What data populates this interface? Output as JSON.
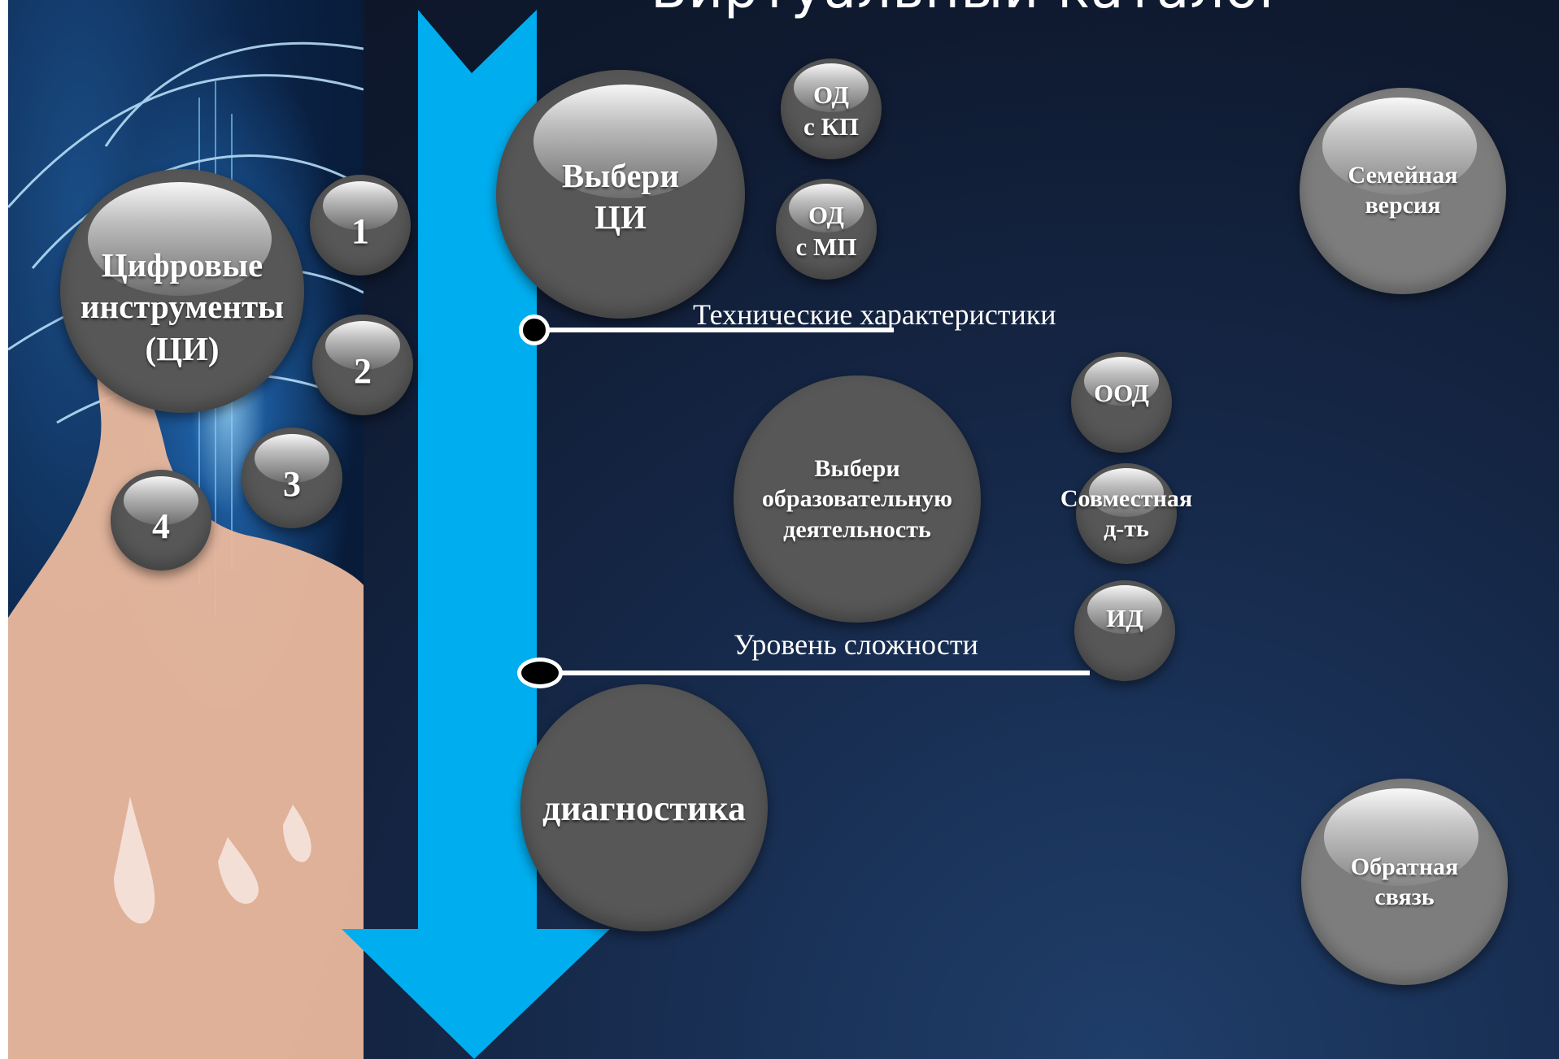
{
  "title": "Виртуальный каталог",
  "colors": {
    "arrow": "#00aeef",
    "bubble_dark": "#575757",
    "bubble_light": "#7d7d7d",
    "background": "#13213b"
  },
  "left_bubbles": {
    "main": [
      "Цифровые",
      "инструменты",
      "(ЦИ)"
    ],
    "numbers": [
      "1",
      "2",
      "3",
      "4"
    ]
  },
  "flow": {
    "choose_tool": [
      "Выбери",
      "ЦИ"
    ],
    "od_kp": [
      "ОД",
      "с КП"
    ],
    "od_mp": [
      "ОД",
      "с МП"
    ],
    "tech_label": "Технические характеристики",
    "choose_activity": [
      "Выбери",
      "образовательную",
      "деятельность"
    ],
    "ood": "ООД",
    "joint": [
      "Совместная",
      "д-ть"
    ],
    "id": "ИД",
    "difficulty_label": "Уровень сложности",
    "diagnostics": "диагностика"
  },
  "right_bubbles": {
    "family": [
      "Семейная",
      "версия"
    ],
    "feedback": [
      "Обратная",
      "связь"
    ]
  }
}
